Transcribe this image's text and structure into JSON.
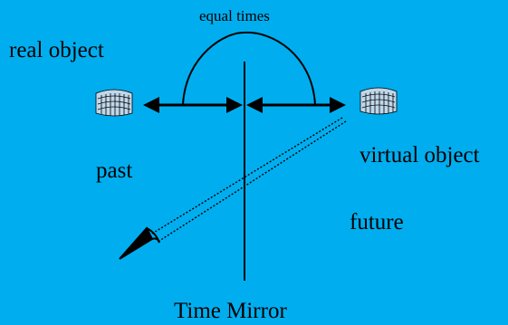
{
  "diagram": {
    "equal_times_label": "equal times",
    "real_object_label": "real object",
    "virtual_object_label": "virtual object",
    "past_label": "past",
    "future_label": "future",
    "mirror_label": "Time Mirror",
    "object_icon": "colosseum-icon",
    "eye_icon": "eye-icon",
    "colors": {
      "background": "#00AEEF",
      "ink": "#000000",
      "icon_fill": "#BFD7EA"
    }
  }
}
